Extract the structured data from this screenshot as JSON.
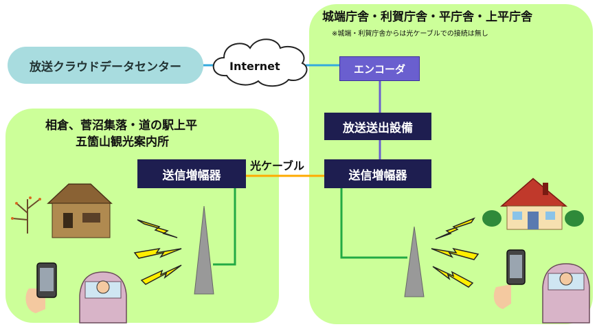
{
  "cloud_center": {
    "label": "放送クラウドデータセンター"
  },
  "internet": {
    "label": "Internet"
  },
  "right_site": {
    "title": "城端庁舎・利賀庁舎・平庁舎・上平庁舎",
    "note": "※城端・利賀庁舎からは光ケーブルでの接続は無し"
  },
  "left_site": {
    "title_line1": "相倉、菅沼集落・道の駅上平",
    "title_line2": "五箇山観光案内所"
  },
  "boxes": {
    "encoder": "エンコーダ",
    "broadcast_equipment": "放送送出設備",
    "amplifier_right": "送信増幅器",
    "amplifier_left": "送信増幅器"
  },
  "fiber_cable": {
    "label": "光ケーブル"
  },
  "colors": {
    "panel_fill": "#ccff99",
    "datacenter_fill": "#a8dcdf",
    "dark_box": "#1e1e50",
    "encoder_box": "#6a5fcf",
    "link_internet": "#33aadd",
    "link_fiber": "#ffaa00",
    "link_internal": "#6a5fcf",
    "link_antenna": "#22aa44"
  },
  "icons": [
    "cloud-icon",
    "antenna-icon",
    "lightning-icon",
    "house-icon",
    "thatched-house-icon",
    "tree-icon",
    "smartphone-icon",
    "car-icon"
  ]
}
